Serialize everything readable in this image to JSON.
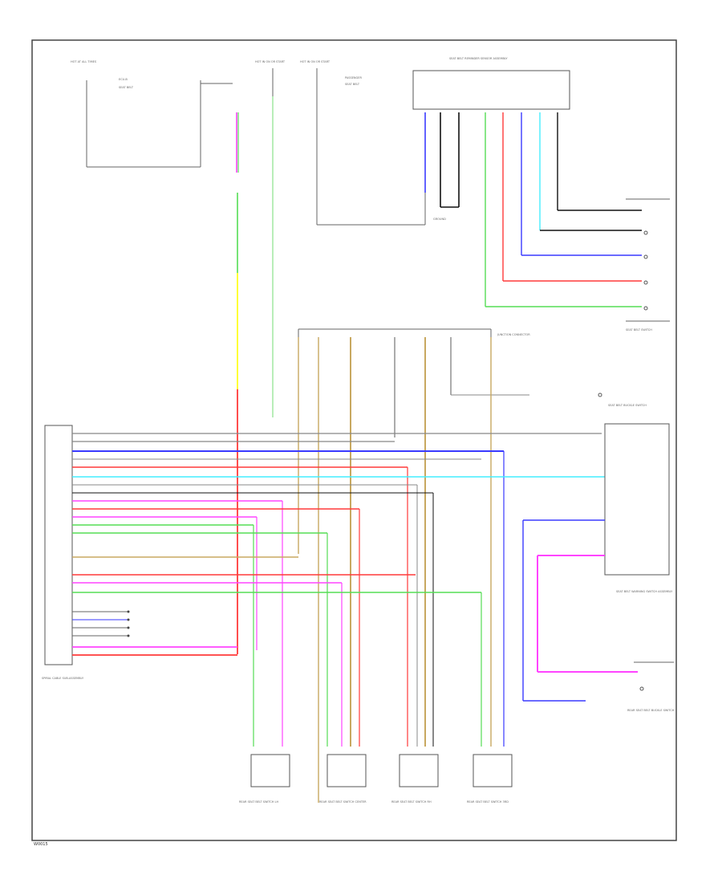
{
  "page": {
    "footer_code": "W0015"
  },
  "colors": {
    "blue": "#3a3aff",
    "red": "#ff3a3a",
    "green": "#55dd55",
    "pink": "#ff44ff",
    "cyan": "#44eeff",
    "yellow": "#ffff22",
    "tan": "#c8a860",
    "black": "#111111",
    "gray": "#888888",
    "lightgreen": "#99e699"
  },
  "labels": {
    "top_fuse_1": "HOT AT ALL TIMES",
    "top_fuse_2": "HOT IN ON OR START",
    "top_fuse_3": "HOT IN ON OR START",
    "top_module": "SEAT BELT REMINDER SENSOR ASSEMBLY",
    "mid_connector": "JUNCTION CONNECTOR",
    "main_module": "SPIRAL CABLE SUB-ASSEMBLY",
    "seat_switch": "SEAT BELT SWITCH",
    "buckle_switch": "SEAT BELT BUCKLE SWITCH",
    "right_module": "SEAT BELT WARNING SWITCH ASSEMBLY",
    "bottom_right_module": "REAR SEAT BELT BUCKLE SWITCH",
    "bottom_1": "REAR SEAT BELT SWITCH LH",
    "bottom_2": "REAR SEAT BELT SWITCH CENTER",
    "bottom_3": "REAR SEAT BELT SWITCH RH",
    "bottom_4": "REAR SEAT BELT SWITCH 3RD",
    "ground": "GROUND"
  }
}
